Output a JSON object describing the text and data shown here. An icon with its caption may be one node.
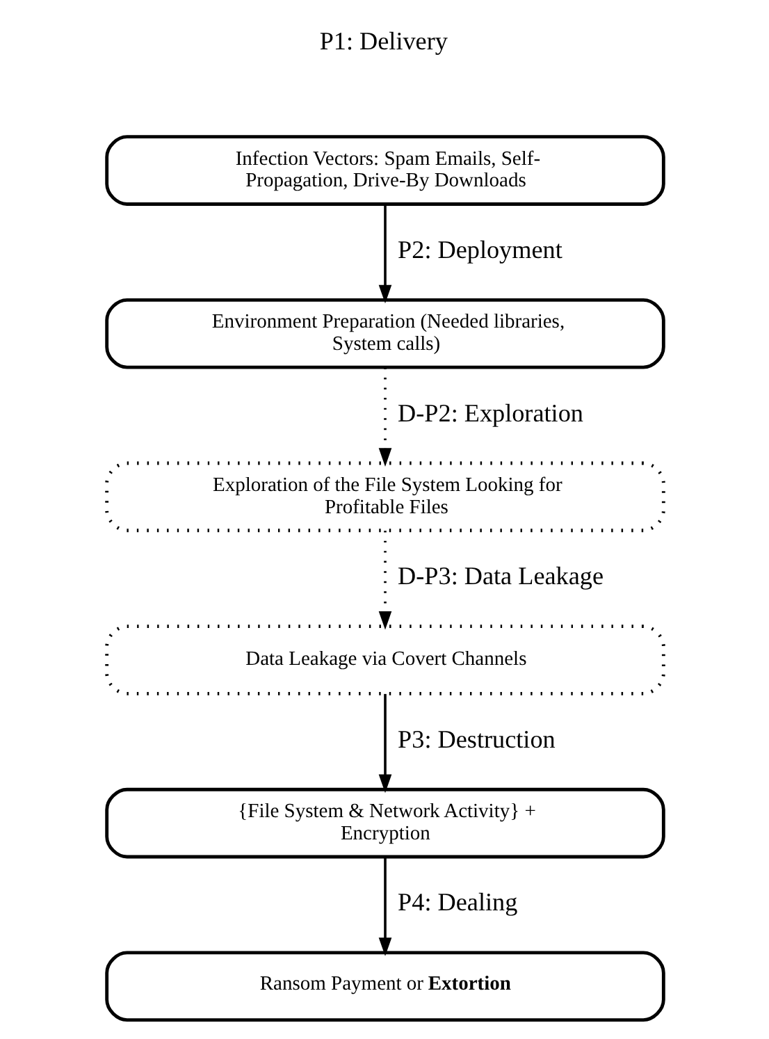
{
  "diagram": {
    "nodes": [
      {
        "text": [
          "Infection Vectors: Spam Emails, Self-Propagation, Drive-By Downloads"
        ],
        "beside": [
          "P1: Delivery"
        ]
      },
      {
        "text": [
          "Environment Preparation (Needed libraries, System calls)"
        ]
      },
      {
        "text": [
          "Exploration of the File System Looking for Profitable Files"
        ]
      },
      {
        "text": [
          "Data Leakage via Covert Channels"
        ]
      },
      {
        "text": [
          "{File System & Network Activity} + Encryption"
        ]
      },
      {
        "text": [
          "Ransom Payment or **Extortion**"
        ]
      }
    ],
    "edges": [
      {
        "from": 0,
        "to": 1,
        "arrow": "to",
        "label": "P2: Deployment"
      },
      {
        "from": 1,
        "to": 2,
        "arrow": "to",
        "label": "D-P2: Exploration",
        "style": "dashed"
      },
      {
        "from": 2,
        "to": 3,
        "arrow": "to",
        "label": "D-P3: Data Leakage",
        "style": "dashed"
      },
      {
        "from": 3,
        "to": 4,
        "arrow": "to",
        "label": "P3: Destruction"
      },
      {
        "from": 4,
        "to": 5,
        "arrow": "to",
        "label": "P4: Dealing"
      }
    ]
  }
}
